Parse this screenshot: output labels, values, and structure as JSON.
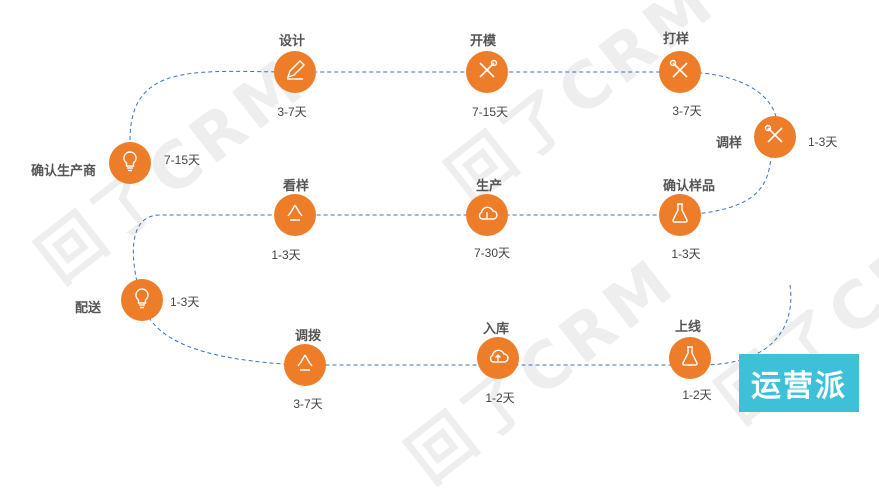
{
  "watermark": "回了CRM",
  "logo_text": "运营派",
  "colors": {
    "node": "#ee7d2a",
    "path": "#3b73c2",
    "logo_bg": "#3ec1d8"
  },
  "steps": [
    {
      "label": "确认生产商",
      "duration": "7-15天",
      "icon": "lightbulb-icon"
    },
    {
      "label": "设计",
      "duration": "3-7天",
      "icon": "pencil-icon"
    },
    {
      "label": "开模",
      "duration": "7-15天",
      "icon": "tools-icon"
    },
    {
      "label": "打样",
      "duration": "3-7天",
      "icon": "wrench-screwdriver-icon"
    },
    {
      "label": "调样",
      "duration": "1-3天",
      "icon": "wrench-screwdriver-icon"
    },
    {
      "label": "确认样品",
      "duration": "1-3天",
      "icon": "flask-icon"
    },
    {
      "label": "生产",
      "duration": "7-30天",
      "icon": "cloud-icon"
    },
    {
      "label": "看样",
      "duration": "1-3天",
      "icon": "recycle-icon"
    },
    {
      "label": "配送",
      "duration": "1-3天",
      "icon": "lightbulb-icon"
    },
    {
      "label": "调拨",
      "duration": "3-7天",
      "icon": "recycle-icon"
    },
    {
      "label": "入库",
      "duration": "1-2天",
      "icon": "cloud-upload-icon"
    },
    {
      "label": "上线",
      "duration": "1-2天",
      "icon": "flask-icon"
    }
  ]
}
